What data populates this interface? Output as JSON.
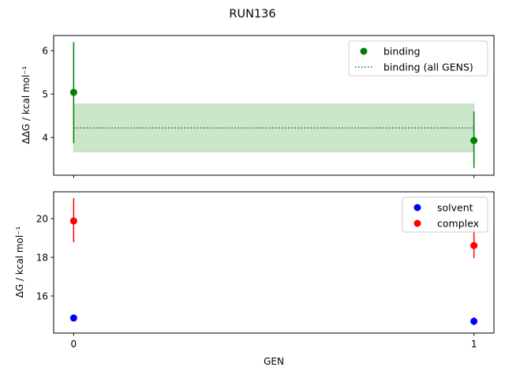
{
  "chart_data": [
    {
      "type": "scatter",
      "suptitle": "RUN136",
      "ylabel": "ΔΔG / kcal mol⁻¹",
      "xlim": [
        -0.05,
        1.05
      ],
      "ylim": [
        3.13,
        6.35
      ],
      "yticks": [
        4,
        5,
        6
      ],
      "grid": false,
      "legend_position": "top-right",
      "series": [
        {
          "name": "binding",
          "color": "#008000",
          "x": [
            0,
            1
          ],
          "y": [
            5.04,
            3.93
          ],
          "yerr_low": [
            3.87,
            3.3
          ],
          "yerr_high": [
            6.2,
            4.6
          ]
        },
        {
          "name": "binding (all GENS)",
          "color": "#008000",
          "style": "dotted",
          "value": 4.22,
          "band": [
            3.67,
            4.77
          ],
          "band_color": "#cce6cc"
        }
      ]
    },
    {
      "type": "scatter",
      "xlabel": "GEN",
      "ylabel": "ΔG / kcal mol⁻¹",
      "xlim": [
        -0.05,
        1.05
      ],
      "ylim": [
        14.08,
        21.39
      ],
      "xticks": [
        0,
        1
      ],
      "yticks": [
        16,
        18,
        20
      ],
      "grid": false,
      "legend_position": "top-right",
      "series": [
        {
          "name": "solvent",
          "color": "#0000ff",
          "x": [
            0,
            1
          ],
          "y": [
            14.86,
            14.69
          ],
          "yerr_low": [
            14.7,
            14.5
          ],
          "yerr_high": [
            15.0,
            14.9
          ]
        },
        {
          "name": "complex",
          "color": "#ff0000",
          "x": [
            0,
            1
          ],
          "y": [
            19.88,
            18.61
          ],
          "yerr_low": [
            18.78,
            17.96
          ],
          "yerr_high": [
            21.06,
            19.47
          ]
        }
      ]
    }
  ]
}
